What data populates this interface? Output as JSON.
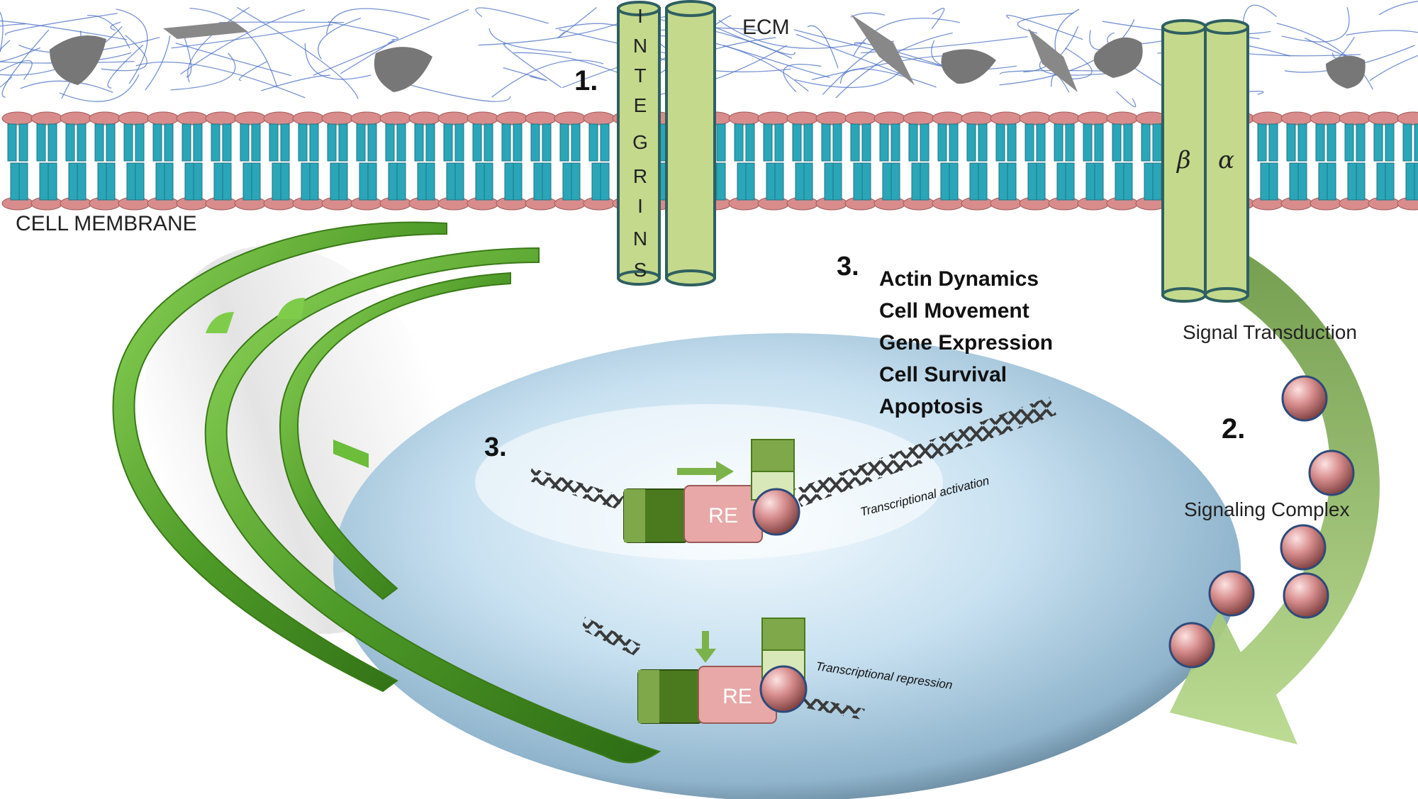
{
  "labels": {
    "ecm": "ECM",
    "cell_membrane": "CELL MEMBRANE",
    "integrins_letters": [
      "I",
      "N",
      "T",
      "E",
      "G",
      "R",
      "I",
      "N",
      "S"
    ],
    "step1": "1.",
    "step2": "2.",
    "step3_top": "3.",
    "step3_nucleus": "3.",
    "beta": "β",
    "alpha": "α",
    "signal_transduction": "Signal Transduction",
    "signaling_complex": "Signaling Complex",
    "transcriptional_activation": "Transcriptional activation",
    "transcriptional_repression": "Transcriptional repression",
    "re_top": "RE",
    "re_bottom": "RE"
  },
  "outcomes": [
    "Actin Dynamics",
    "Cell Movement",
    "Gene Expression",
    "Cell Survival",
    "Apoptosis"
  ],
  "colors": {
    "integrin_fill": "#c4d98c",
    "integrin_stroke": "#2f5f60",
    "lipid_head": "#d98c8c",
    "lipid_tail": "#2aa6b8",
    "ecm_fiber": "#4a6fc4",
    "ecm_blob": "#7a7a7a",
    "er_green": "#5aa832",
    "arrow_green": "#7cb24a",
    "molecule_pink": "#c97a7a",
    "nucleus_blue": "#bcd6e8",
    "re_box": "#e8a8a8"
  }
}
